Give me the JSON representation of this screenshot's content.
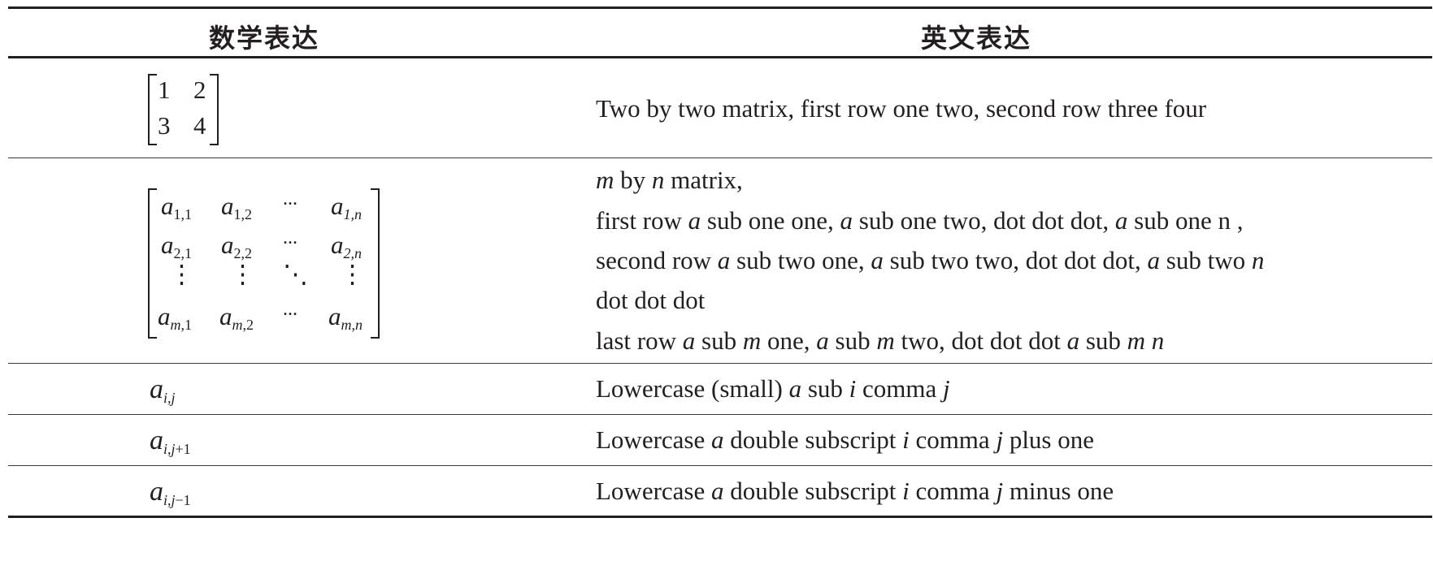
{
  "headers": {
    "math": "数学表达",
    "english": "英文表达"
  },
  "row1": {
    "matrix": [
      [
        "1",
        "2"
      ],
      [
        "3",
        "4"
      ]
    ],
    "text": "Two by two matrix, first row one two, second row three four"
  },
  "row2": {
    "matrix": {
      "r1": [
        "a",
        "1,1",
        "a",
        "1,2",
        "...",
        "a",
        "1,n"
      ],
      "r2": [
        "a",
        "2,1",
        "a",
        "2,2",
        "...",
        "a",
        "2,n"
      ],
      "r4": [
        "a",
        "m,1",
        "a",
        "m,2",
        "...",
        "a",
        "m,n"
      ],
      "vdots": "⋮",
      "ddots": "⋱"
    },
    "lines": {
      "l1_a": "m",
      "l1_b": " by ",
      "l1_c": "n",
      "l1_d": " matrix,",
      "l2": [
        "first row ",
        "a",
        " sub one one, ",
        "a",
        " sub one two, dot dot dot, ",
        "a",
        " sub one n ,"
      ],
      "l3": [
        "second row ",
        "a",
        " sub two one, ",
        "a",
        " sub two two, dot dot dot, ",
        "a",
        " sub two ",
        "n"
      ],
      "l4": "dot dot dot",
      "l5": [
        "last row ",
        "a",
        " sub ",
        "m",
        " one, ",
        "a",
        " sub ",
        "m",
        " two, dot dot dot ",
        "a",
        " sub ",
        "m",
        " ",
        "n"
      ]
    }
  },
  "row3": {
    "sym": "a",
    "sub": "i,j",
    "text": [
      "Lowercase (small) ",
      "a",
      " sub ",
      "i",
      " comma ",
      "j"
    ]
  },
  "row4": {
    "sym": "a",
    "sub": "i,j+1",
    "text": [
      "Lowercase ",
      "a",
      " double subscript ",
      "i",
      " comma ",
      "j",
      " plus one"
    ]
  },
  "row5": {
    "sym": "a",
    "sub": "i,j−1",
    "text": [
      "Lowercase ",
      "a",
      " double subscript ",
      "i",
      " comma ",
      "j",
      " minus one"
    ]
  }
}
